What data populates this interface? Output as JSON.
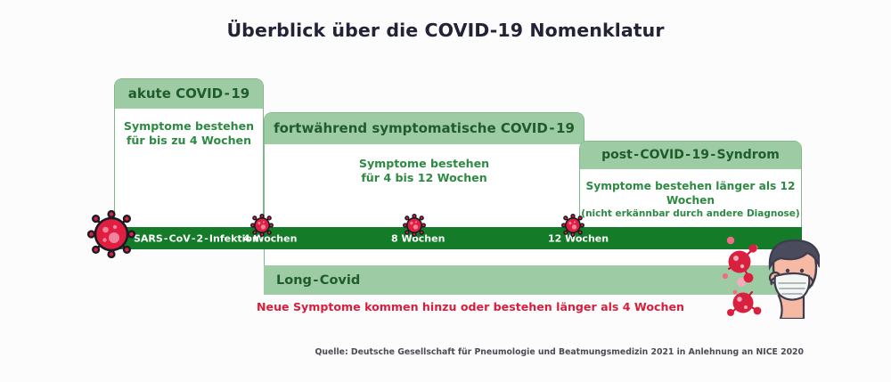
{
  "title": "Überblick über die COVID-19 Nomenklatur",
  "colors": {
    "header_green": "#9dcca4",
    "timeline_green": "#147b28",
    "body_text_green": "#2d8a43",
    "head_text_green": "#1f5c2c",
    "accent_red": "#d81e3c",
    "title_ink": "#232338"
  },
  "phases": [
    {
      "id": "akute-covid-19",
      "heading": "akute COVID - 19",
      "body": "Symptome bestehen\nfür bis zu 4 Wochen",
      "body_line1": "Symptome bestehen",
      "body_line2": "für bis zu 4 Wochen",
      "subnote": ""
    },
    {
      "id": "fortwaehrend-symptomatische-covid-19",
      "heading": "fortwährend symptomatische COVID - 19",
      "body_line1": "Symptome bestehen",
      "body_line2": "für 4 bis 12 Wochen",
      "subnote": ""
    },
    {
      "id": "post-covid-19-syndrom",
      "heading": "post - COVID - 19 - Syndrom",
      "body_line1": "Symptome bestehen länger als 12 Wochen",
      "body_line2": "",
      "subnote": "(nicht erkännbar durch andere Diagnose)"
    }
  ],
  "timeline": {
    "infection_label": "SARS - CoV - 2 - Infektion",
    "ticks": [
      {
        "label": "4 Wochen"
      },
      {
        "label": "8 Wochen"
      },
      {
        "label": "12 Wochen"
      }
    ]
  },
  "long_covid": {
    "heading": "Long - Covid",
    "note": "Neue Symptome kommen hinzu oder bestehen länger als 4 Wochen"
  },
  "source": "Quelle: Deutsche Gesellschaft für Pneumologie und Beatmungsmedizin 2021 in Anlehnung an NICE 2020",
  "icons": {
    "virus_large": "coronavirus-icon",
    "virus_small": "coronavirus-icon",
    "person": "masked-person-icon"
  }
}
